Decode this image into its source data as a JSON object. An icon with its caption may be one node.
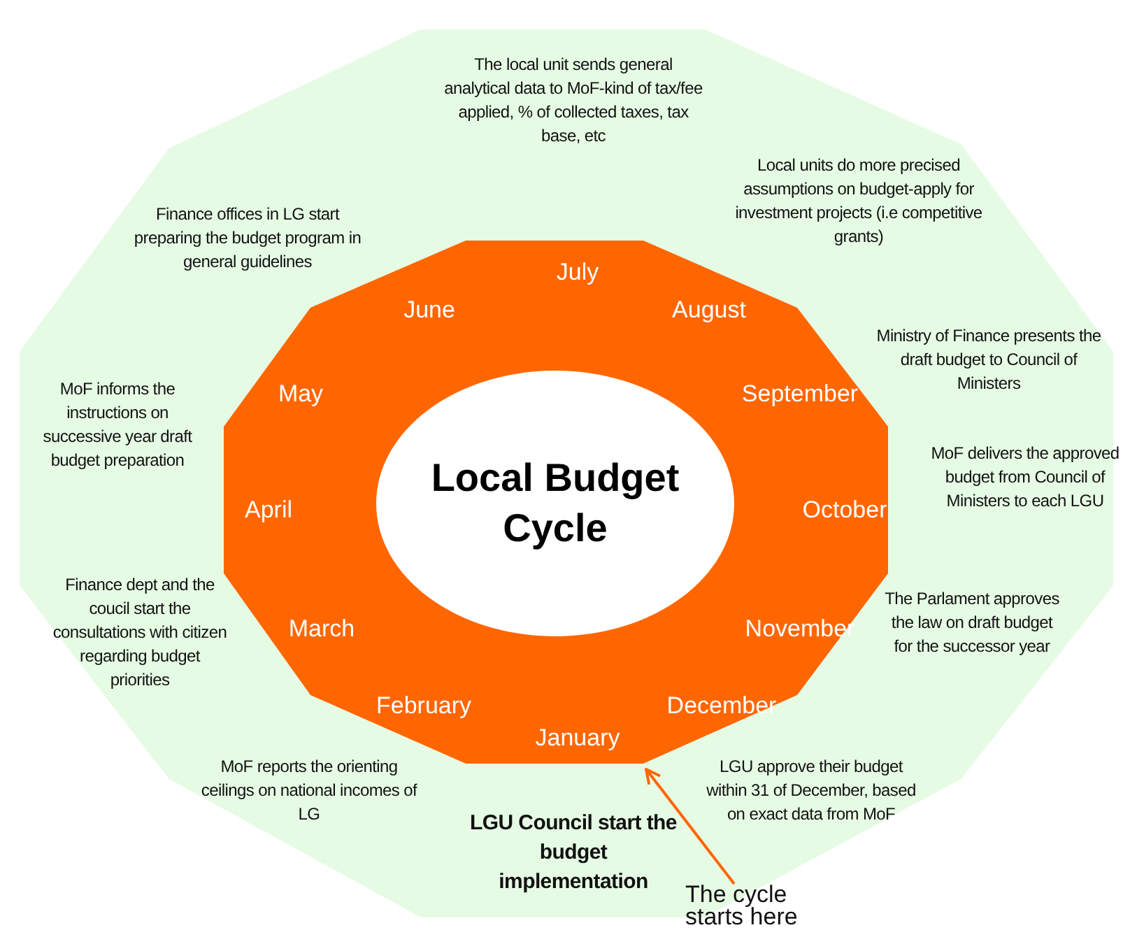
{
  "diagram": {
    "nodes": [
      {
        "text": [],
        "shape": "polygon"
      },
      {
        "text": [
          "July",
          "August",
          "September",
          "October",
          "November",
          "December",
          "January",
          "February",
          "March",
          "April",
          "May",
          "June"
        ],
        "in": 0
      },
      {
        "text": [
          "Local Budget Cycle"
        ],
        "in": 1
      },
      {
        "text": [
          "The cycle starts here"
        ]
      }
    ],
    "edges": [
      {
        "from": 3,
        "to": 1,
        "arrow": "to"
      }
    ],
    "labels": [
      "The local unit sends general analytical data to MoF-kind of tax/fee applied, % of collected taxes, tax base, etc",
      "Local units do more precised assumptions on budget-apply for investment projects (i.e competitive grants)",
      "Finance offices in LG start preparing the budget program in general guidelines",
      "Ministry of Finance presents the draft budget to Council of Ministers",
      "MoF informs the instructions on successive year draft budget preparation",
      "MoF delivers the approved budget from Council of Ministers to each LGU",
      "Finance dept and the coucil start the consultations with citizen regarding budget priorities",
      "The Parlament approves the law on draft budget for the successor year",
      "MoF reports the orienting ceilings on national incomes of LG",
      "LGU approve their budget within 31 of December, based on exact data from MoF",
      "LGU Council start the budget implementation"
    ]
  }
}
